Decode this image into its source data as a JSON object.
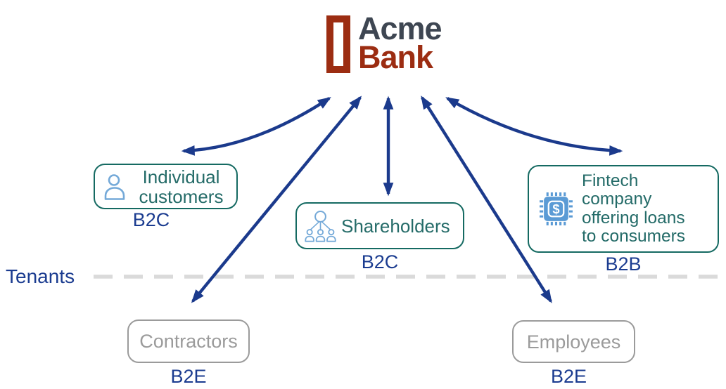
{
  "brand": {
    "name_line1": "Acme",
    "name_line2": "Bank",
    "logo_icon": "rectangle-door-mark"
  },
  "tenants_label": "Tenants",
  "entities": [
    {
      "name": "individual-customers",
      "lines": [
        "Individual",
        "customers"
      ],
      "tag": "B2C",
      "icon": "person-icon",
      "style": "teal"
    },
    {
      "name": "shareholders",
      "lines": [
        "Shareholders"
      ],
      "tag": "B2C",
      "icon": "org-chart-icon",
      "style": "teal"
    },
    {
      "name": "fintech",
      "lines": [
        "Fintech",
        "company",
        "offering loans",
        "to consumers"
      ],
      "tag": "B2B",
      "icon": "chip-dollar-icon",
      "style": "teal"
    },
    {
      "name": "contractors",
      "lines": [
        "Contractors"
      ],
      "tag": "B2E",
      "icon": null,
      "style": "gray"
    },
    {
      "name": "employees",
      "lines": [
        "Employees"
      ],
      "tag": "B2E",
      "icon": null,
      "style": "gray"
    }
  ],
  "connections": [
    {
      "from": "acme-bank",
      "to": "individual-customers",
      "bidirectional": true,
      "shape": "curved"
    },
    {
      "from": "acme-bank",
      "to": "contractors",
      "bidirectional": true,
      "shape": "straight"
    },
    {
      "from": "acme-bank",
      "to": "shareholders",
      "bidirectional": true,
      "shape": "straight"
    },
    {
      "from": "acme-bank",
      "to": "employees",
      "bidirectional": true,
      "shape": "straight"
    },
    {
      "from": "acme-bank",
      "to": "fintech",
      "bidirectional": true,
      "shape": "curved"
    }
  ],
  "colors": {
    "arrow_navy": "#1b3a8c",
    "label_navy": "#1b3c90",
    "teal_border": "#156a62",
    "teal_text": "#246b68",
    "brand_red": "#9c2d12",
    "brand_slate": "#3e4652",
    "person_icon_blue": "#74a9d8",
    "chip_icon_blue": "#5b9bd5",
    "gray_card": "#9b9b9b",
    "divider_gray": "#dadada"
  }
}
